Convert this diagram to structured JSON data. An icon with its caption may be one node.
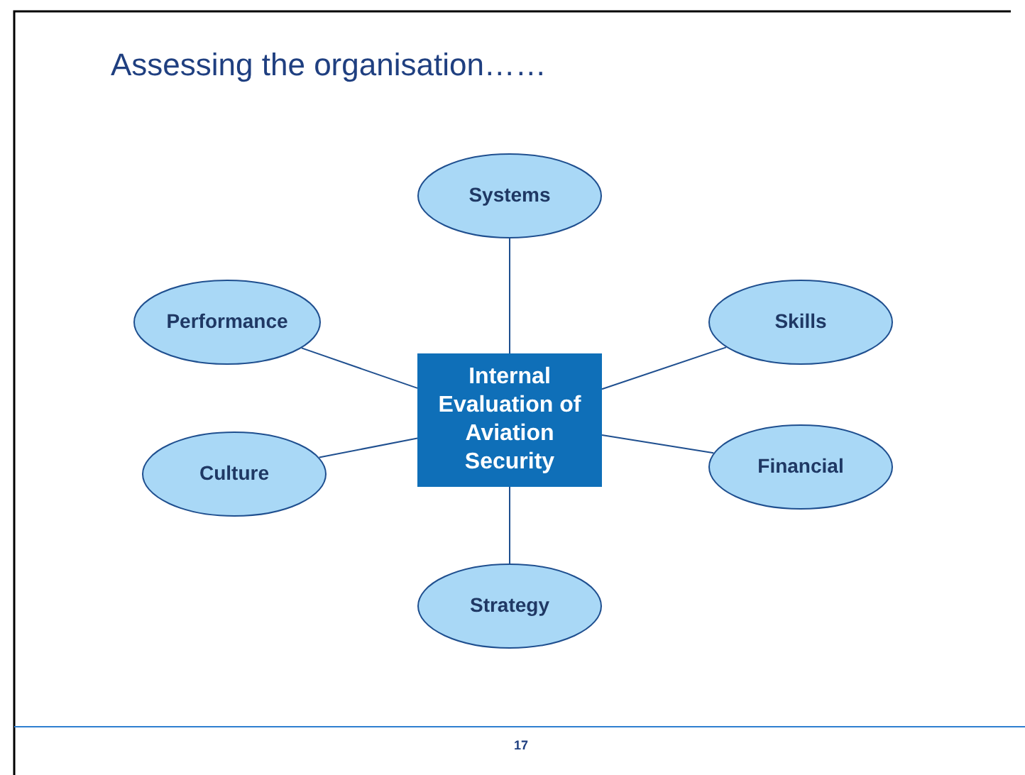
{
  "diagram": {
    "title": "Assessing the organisation……",
    "nodes": [
      {
        "text": [
          "Systems"
        ]
      },
      {
        "text": [
          "Performance"
        ]
      },
      {
        "text": [
          "Skills"
        ]
      },
      {
        "text": [
          "Internal Evaluation of Aviation Security"
        ]
      },
      {
        "text": [
          "Culture"
        ]
      },
      {
        "text": [
          "Financial"
        ]
      },
      {
        "text": [
          "Strategy"
        ]
      }
    ],
    "edges": [
      {
        "from": 3,
        "to": 0,
        "arrow": "none"
      },
      {
        "from": 3,
        "to": 1,
        "arrow": "none"
      },
      {
        "from": 3,
        "to": 2,
        "arrow": "none"
      },
      {
        "from": 3,
        "to": 4,
        "arrow": "none"
      },
      {
        "from": 3,
        "to": 5,
        "arrow": "none"
      },
      {
        "from": 3,
        "to": 6,
        "arrow": "none"
      }
    ],
    "labels": [
      "17"
    ]
  }
}
